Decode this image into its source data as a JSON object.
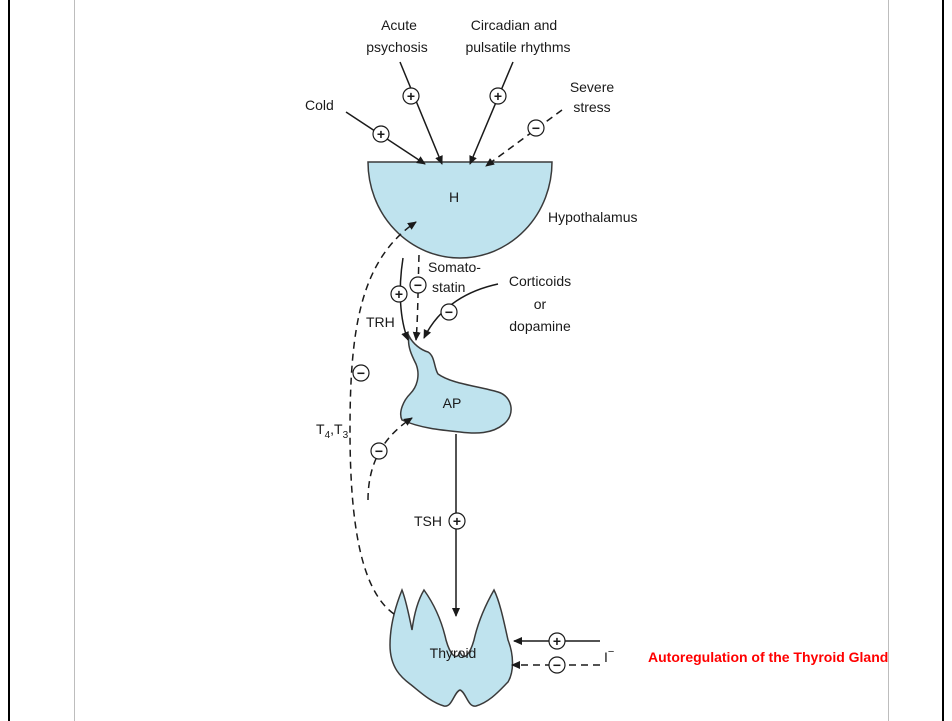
{
  "diagram": {
    "labels": {
      "acute_psychosis_1": "Acute",
      "acute_psychosis_2": "psychosis",
      "circadian_1": "Circadian and",
      "circadian_2": "pulsatile rhythms",
      "severe_stress_1": "Severe",
      "severe_stress_2": "stress",
      "cold": "Cold",
      "hypothalamus_letter": "H",
      "hypothalamus": "Hypothalamus",
      "somatostatin_1": "Somato-",
      "somatostatin_2": "statin",
      "corticoids_1": "Corticoids",
      "corticoids_2": "or",
      "corticoids_3": "dopamine",
      "trh": "TRH",
      "t4t3_t": "T",
      "t4t3_sub4": "4",
      "t4t3_mid": ",T",
      "t4t3_sub3": "3",
      "ap": "AP",
      "tsh": "TSH",
      "thyroid": "Thyroid",
      "iodide": "I",
      "iodide_sup": "−"
    },
    "signs": {
      "plus": "+",
      "minus": "−"
    },
    "caption": "Autoregulation of the Thyroid Gland",
    "colors": {
      "organ_fill": "#bfe3ee",
      "organ_stroke": "#3a3a3a",
      "caption": "#ff0000"
    }
  }
}
